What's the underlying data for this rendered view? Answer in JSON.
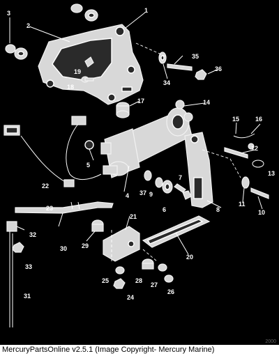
{
  "footer": {
    "text": "MercuryPartsOnline v2.5.1 (Image Copyright- Mercury Marine)"
  },
  "corner_code": "2000",
  "callouts": [
    "1",
    "2",
    "3",
    "4",
    "5",
    "6",
    "7",
    "8",
    "9",
    "10",
    "11",
    "12",
    "13",
    "14",
    "15",
    "16",
    "17",
    "18",
    "19",
    "20",
    "21",
    "22",
    "23",
    "24",
    "25",
    "26",
    "27",
    "28",
    "29",
    "30",
    "31",
    "32",
    "33",
    "34",
    "35",
    "36",
    "37"
  ],
  "colors": {
    "background": "#000000",
    "line": "#ffffff",
    "footer_bg": "#ffffff",
    "footer_text": "#000000"
  }
}
